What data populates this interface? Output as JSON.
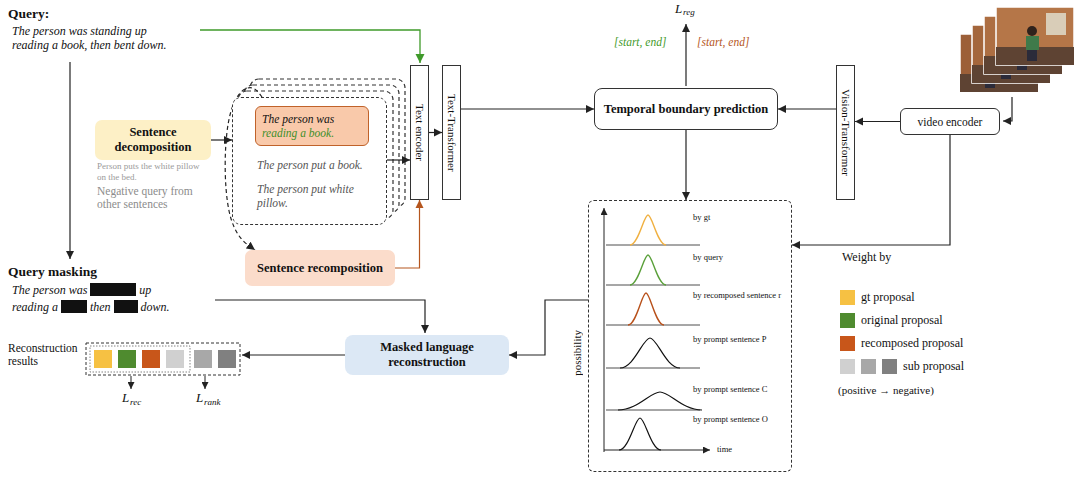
{
  "diagram": {
    "nodes": [
      {
        "text": [
          "Sentence decomposition"
        ]
      },
      {
        "text": [
          "The person put a book.",
          "The person put white pillow."
        ]
      },
      {
        "text": [
          "The person was",
          "reading a book."
        ],
        "in": 1
      },
      {
        "text": [
          "Sentence recomposition"
        ]
      },
      {
        "text": [
          "Text encoder"
        ]
      },
      {
        "text": [
          "Text-Transformer"
        ]
      },
      {
        "text": [
          "Temporal boundary prediction"
        ]
      },
      {
        "text": [
          "Vision-Transformer"
        ]
      },
      {
        "text": [
          "video encoder"
        ]
      },
      {
        "text": [
          "Masked language reconstruction"
        ]
      },
      {
        "text": [
          "by gt",
          "by query",
          "by recomposed sentence r",
          "by prompt sentence P",
          "by prompt sentence C",
          "by prompt sentence O",
          "time"
        ]
      }
    ],
    "edges": [
      {
        "from": 0,
        "to": 1,
        "arrow": "to"
      },
      {
        "from": 1,
        "to": 3,
        "arrow": "to"
      },
      {
        "from": 1,
        "to": 4,
        "arrow": "to"
      },
      {
        "from": 3,
        "to": 4,
        "arrow": "to"
      },
      {
        "from": 4,
        "to": 5,
        "arrow": "to"
      },
      {
        "from": 5,
        "to": 6,
        "arrow": "to"
      },
      {
        "from": 7,
        "to": 6,
        "arrow": "to"
      },
      {
        "from": 8,
        "to": 7,
        "arrow": "to"
      },
      {
        "from": 6,
        "to": 10,
        "arrow": "to"
      },
      {
        "from": 10,
        "to": 9,
        "arrow": "to"
      },
      {
        "from": 8,
        "to": 10,
        "label": "Weight by",
        "arrow": "to"
      }
    ],
    "labels": [
      "Query:",
      "The person was standing up reading a book, then bent down.",
      "Person puts the white pillow on the bed.",
      "Negative query from other sentences",
      "L",
      "reg",
      "[start, end]",
      "[start, end]",
      "possibility",
      "Query masking",
      "The person was",
      "up",
      "reading a",
      "then",
      "down.",
      "Reconstruction results",
      "L",
      "rec",
      "L",
      "rank",
      "(positive → negative)"
    ],
    "legend": [
      {
        "text": "gt proposal",
        "color": "#f6c143"
      },
      {
        "text": "original proposal",
        "color": "#4f8b2f"
      },
      {
        "text": "recomposed proposal",
        "color": "#c8561a"
      },
      {
        "text": "sub proposal",
        "color": "#d0d0d0"
      }
    ]
  }
}
